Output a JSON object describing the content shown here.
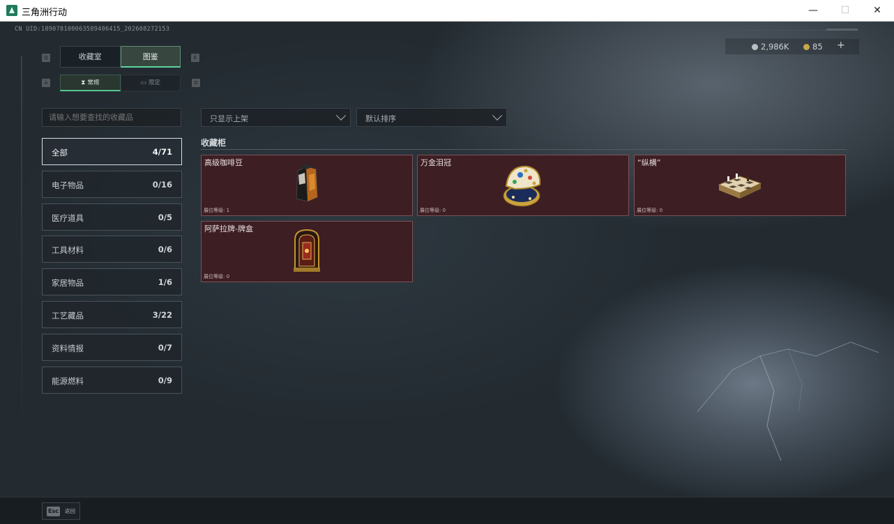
{
  "window": {
    "title": "三角洲行动",
    "minimize": "—",
    "maximize": "☐",
    "close": "✕"
  },
  "uid": "CN UID:18907810006358940641​5_202608272153",
  "currency": {
    "silver": "2,986K",
    "gold": "85",
    "add": "+"
  },
  "key_hints": {
    "q": "Q",
    "e": "E",
    "a": "A",
    "d": "D"
  },
  "tabs": [
    {
      "label": "收藏室"
    },
    {
      "label": "图鉴"
    }
  ],
  "subtabs": [
    {
      "label": "常规",
      "icon": "hourglass-icon"
    },
    {
      "label": "限定",
      "icon": "card-icon"
    }
  ],
  "search": {
    "placeholder": "请输入想要查找的收藏品"
  },
  "filters": {
    "shelf": "只显示上架",
    "sort": "默认排序"
  },
  "categories": [
    {
      "label": "全部",
      "count": "4/71"
    },
    {
      "label": "电子物品",
      "count": "0/16"
    },
    {
      "label": "医疗道具",
      "count": "0/5"
    },
    {
      "label": "工具材料",
      "count": "0/6"
    },
    {
      "label": "家居物品",
      "count": "1/6"
    },
    {
      "label": "工艺藏品",
      "count": "3/22"
    },
    {
      "label": "资料情报",
      "count": "0/7"
    },
    {
      "label": "能源燃料",
      "count": "0/9"
    }
  ],
  "cabinet": {
    "title": "收藏柜",
    "items": [
      {
        "name": "高级咖啡豆",
        "level": "展位等级: 1",
        "icon": "coffee-bag-icon"
      },
      {
        "name": "万金泪冠",
        "level": "展位等级: 0",
        "icon": "jeweled-egg-icon"
      },
      {
        "name": "“纵横”",
        "level": "展位等级: 0",
        "icon": "chessboard-icon"
      },
      {
        "name": "阿萨拉牌-牌盒",
        "level": "展位等级: 0",
        "icon": "card-box-icon"
      }
    ]
  },
  "bottom": {
    "esc_key": "Esc",
    "esc_label": "返回"
  },
  "colors": {
    "accent": "#5fd4a0",
    "card_bg": "#3d1e23",
    "card_border": "#7a5257"
  }
}
